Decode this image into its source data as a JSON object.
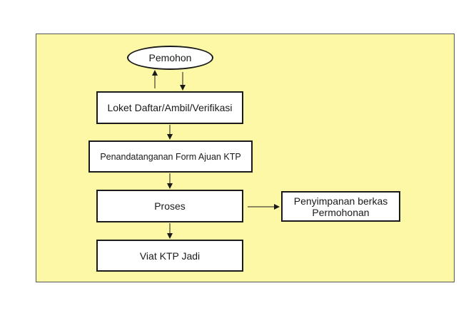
{
  "diagram": {
    "nodes": {
      "pemohon": "Pemohon",
      "loket": "Loket Daftar/Ambil/Verifikasi",
      "penandatanganan": "Penandatanganan Form Ajuan KTP",
      "proses": "Proses",
      "penyimpanan_line1": "Penyimpanan berkas",
      "penyimpanan_line2": "Permohonan",
      "viat": "Viat KTP Jadi"
    },
    "colors": {
      "panel_background": "#fdf8a6",
      "node_background": "#ffffff",
      "stroke": "#1a1a1a"
    }
  }
}
